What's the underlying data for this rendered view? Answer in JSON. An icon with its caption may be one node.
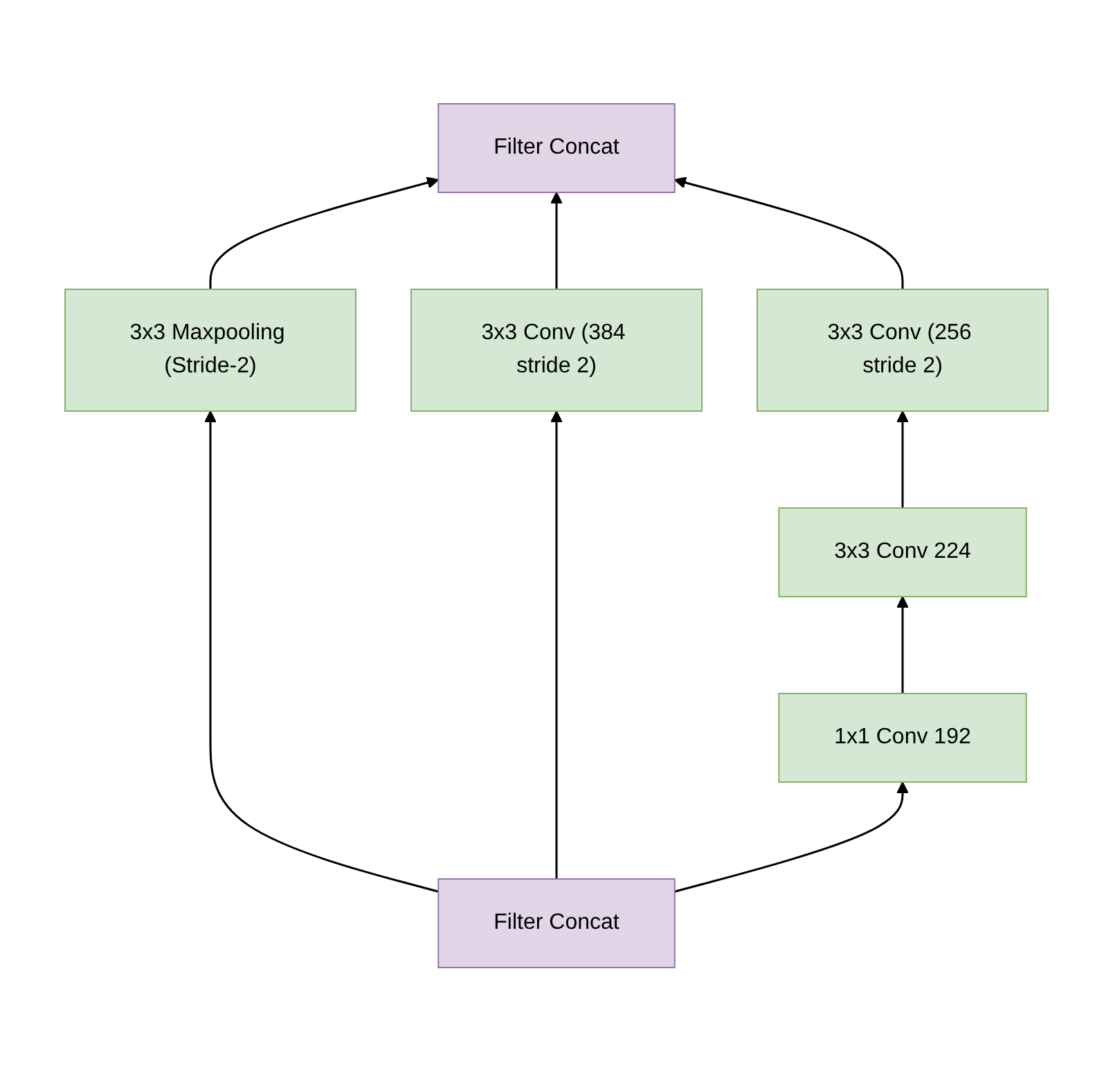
{
  "diagram": {
    "nodes": [
      {
        "text": [
          "Filter Concat"
        ]
      },
      {
        "text": [
          "3x3 Conv (256 stride 2)"
        ]
      },
      {
        "text": [
          "3x3 Maxpooling (Stride-2)"
        ]
      },
      {
        "text": [
          "3x3 Conv (384 stride 2)"
        ]
      },
      {
        "text": [
          "3x3 Conv 224"
        ]
      },
      {
        "text": [
          "1x1 Conv 192"
        ]
      },
      {
        "text": [
          "Filter Concat"
        ]
      }
    ],
    "edges": [
      {
        "from": 6,
        "to": 2,
        "arrow": "to"
      },
      {
        "from": 6,
        "to": 3,
        "arrow": "to"
      },
      {
        "from": 6,
        "to": 5,
        "arrow": "to"
      },
      {
        "from": 5,
        "to": 4,
        "arrow": "to"
      },
      {
        "from": 4,
        "to": 1,
        "arrow": "to"
      },
      {
        "from": 2,
        "to": 0,
        "arrow": "to"
      },
      {
        "from": 3,
        "to": 0,
        "arrow": "to"
      },
      {
        "from": 1,
        "to": 0,
        "arrow": "to"
      }
    ]
  }
}
